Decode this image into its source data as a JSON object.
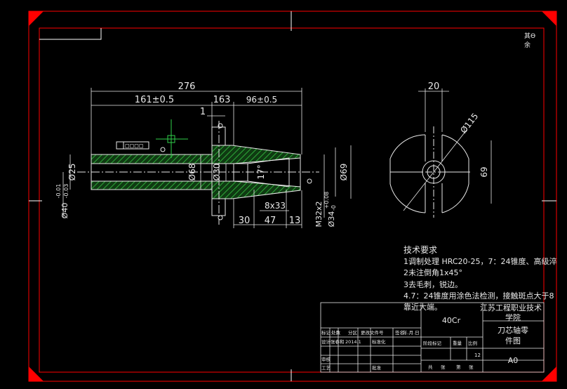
{
  "colors": {
    "background": "#000000",
    "frame": "#ff0000",
    "text": "#e8e8e8",
    "hatch": "#1a8a2a",
    "corner_marks": "#ff0000"
  },
  "corner_label": {
    "line1": "其Ө",
    "line2": "余"
  },
  "dimensions": {
    "overall_length": "276",
    "seg_161": "161±0.5",
    "seg_163": "163",
    "seg_96": "96±0.5",
    "small_1": "1",
    "dia_25": "Ø25",
    "dia_40": "Ø40",
    "dia_40_tol_upper": "-0.01",
    "dia_40_tol_lower": "-0.03",
    "dia_68": "Ø68",
    "dia_30": "Ø30",
    "angle": "17°",
    "thread_8x33": "8x33",
    "m32": "M32x2",
    "dia_34": "Ø34",
    "dia_34_tol_upper": "+0.08",
    "dia_34_tol_lower": "-0",
    "dia_69_left": "Ø69",
    "len_30": "30",
    "len_47": "47",
    "len_13": "13",
    "width_20": "20",
    "dia_115": "Ø115",
    "dia_69_right": "69"
  },
  "gdt_frame": {
    "text": "◻◻◻◻"
  },
  "notes": {
    "title": "技术要求",
    "line1": "1调制处理 HRC20-25，7：24锥度、高级淬",
    "line2": "2未注倒角1x45°",
    "line3": "3去毛刺，锐边。",
    "line4": "4.7：24锥度用涂色法检测，接触斑点大于8",
    "line5": "靠近大端。"
  },
  "title_block": {
    "school_line1": "江苏工程职业技术",
    "school_line2": "学院",
    "material": "40Cr",
    "part_name_line1": "刀芯轴零",
    "part_name_line2": "件图",
    "sheet": "A0",
    "row_labels": [
      "标记",
      "处数",
      "分区",
      "更改文件号",
      "签名",
      "年.月.日"
    ],
    "design_row": [
      "设计",
      "张春和",
      "2014.1",
      "标准化"
    ],
    "stage_labels": [
      "阶段标记",
      "重量",
      "比例"
    ],
    "scale_value": "12",
    "review_labels": [
      "审核",
      "工艺"
    ],
    "approve_label": "批准",
    "sheet_labels": [
      "共",
      "张",
      "第",
      "张"
    ]
  }
}
